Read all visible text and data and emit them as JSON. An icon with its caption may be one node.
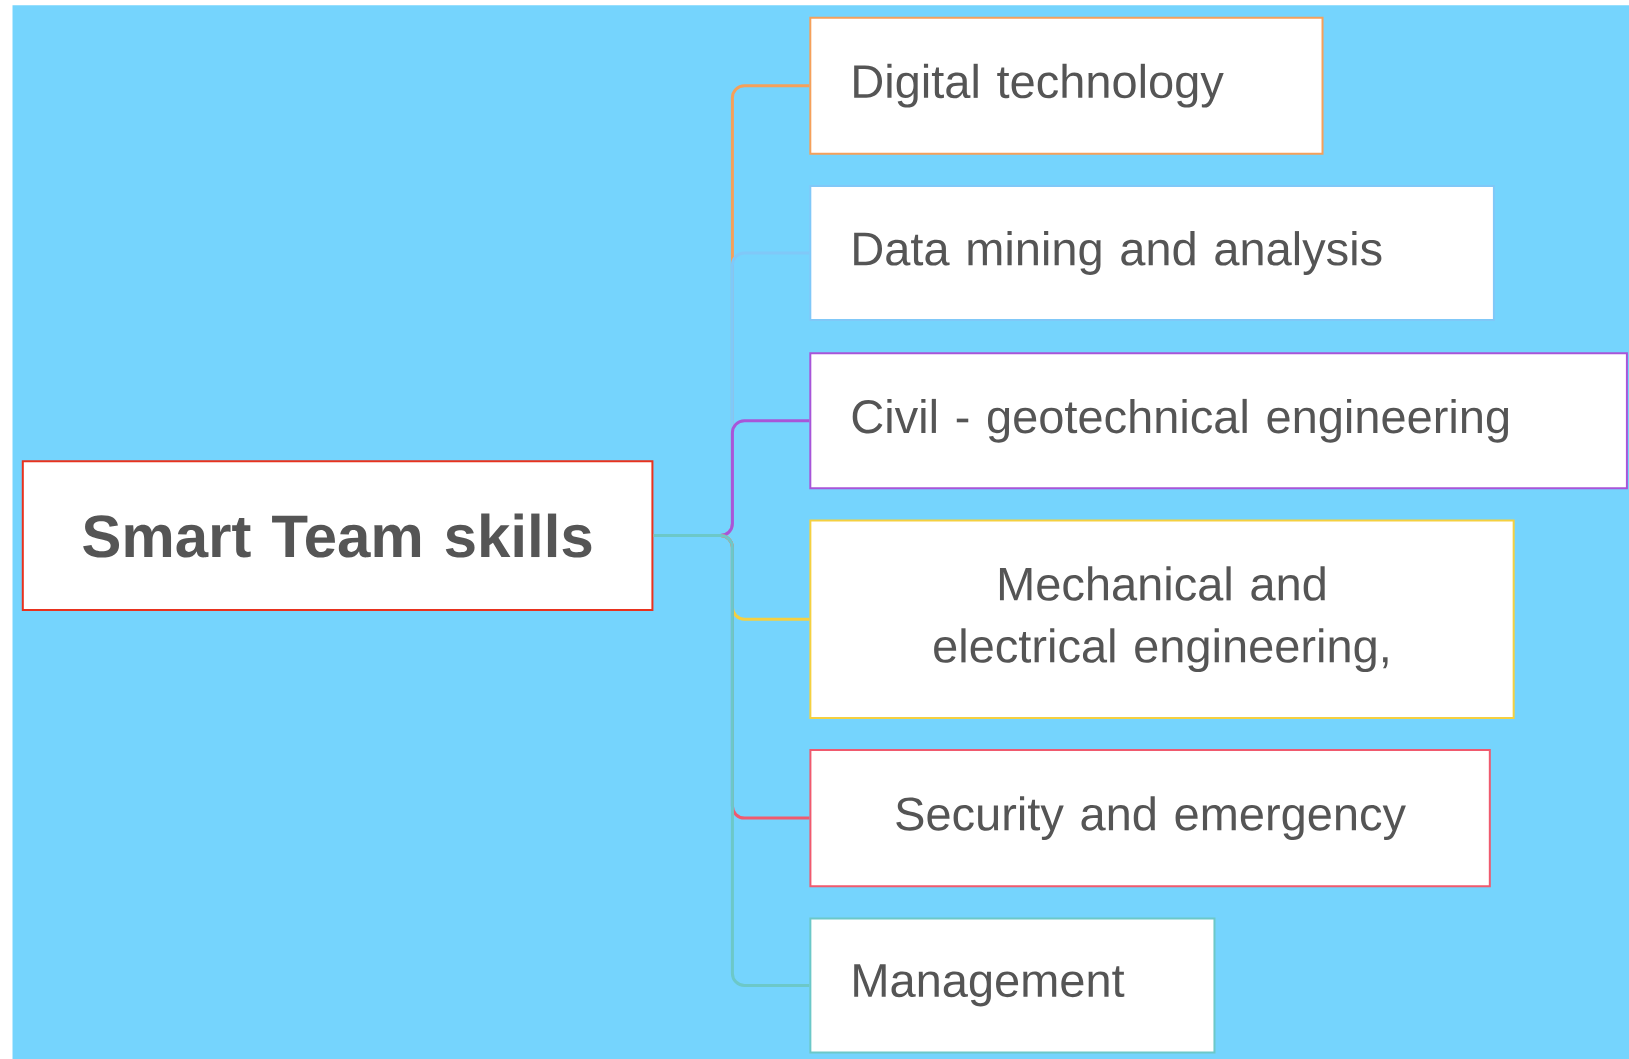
{
  "diagram": {
    "nodes": [
      {
        "text": [
          "Smart Team skills"
        ]
      },
      {
        "text": [
          "Digital technology"
        ]
      },
      {
        "text": [
          "Data mining and analysis"
        ]
      },
      {
        "text": [
          "Civil - geotechnical engineering"
        ]
      },
      {
        "text": [
          "Mechanical and electrical engineering,"
        ]
      },
      {
        "text": [
          "Security and emergency"
        ]
      },
      {
        "text": [
          "Management"
        ]
      }
    ],
    "edges": [
      {
        "from": 0,
        "to": 1,
        "arrow": "none",
        "color": "#f5a05a"
      },
      {
        "from": 0,
        "to": 2,
        "arrow": "none",
        "color": "#80c8f8"
      },
      {
        "from": 0,
        "to": 3,
        "arrow": "none",
        "color": "#a855d8"
      },
      {
        "from": 0,
        "to": 4,
        "arrow": "none",
        "color": "#f5d040"
      },
      {
        "from": 0,
        "to": 5,
        "arrow": "none",
        "color": "#f05a6e"
      },
      {
        "from": 0,
        "to": 6,
        "arrow": "none",
        "color": "#6cc8c8"
      }
    ]
  }
}
